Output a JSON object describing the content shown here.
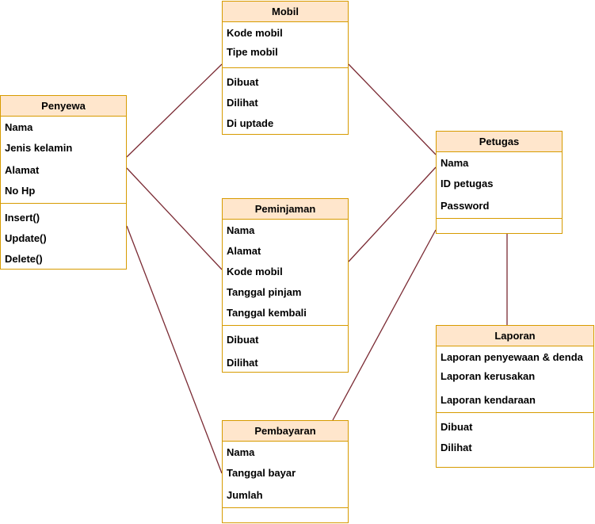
{
  "classes": {
    "mobil": {
      "name": "Mobil",
      "attributes": [
        "Kode mobil",
        "Tipe mobil"
      ],
      "methods": [
        "Dibuat",
        "Dilihat",
        "Di uptade"
      ]
    },
    "penyewa": {
      "name": "Penyewa",
      "attributes": [
        "Nama",
        "Jenis kelamin",
        "Alamat",
        "No Hp"
      ],
      "methods": [
        "Insert()",
        "Update()",
        "Delete()"
      ]
    },
    "petugas": {
      "name": "Petugas",
      "attributes": [
        "Nama",
        "ID petugas",
        "Password"
      ],
      "methods": []
    },
    "peminjaman": {
      "name": "Peminjaman",
      "attributes": [
        "Nama",
        "Alamat",
        "Kode mobil",
        "Tanggal pinjam",
        "Tanggal kembali"
      ],
      "methods": [
        "Dibuat",
        "Dilihat"
      ]
    },
    "laporan": {
      "name": "Laporan",
      "attributes": [
        "Laporan penyewaan & denda",
        "Laporan kerusakan",
        "Laporan kendaraan"
      ],
      "methods": [
        "Dibuat",
        "Dilihat"
      ]
    },
    "pembayaran": {
      "name": "Pembayaran",
      "attributes": [
        "Nama",
        "Tanggal bayar",
        "Jumlah"
      ],
      "methods": []
    }
  },
  "colors": {
    "header_fill": "#ffe6cc",
    "border": "#d79b00",
    "connector": "#7a2a33"
  }
}
